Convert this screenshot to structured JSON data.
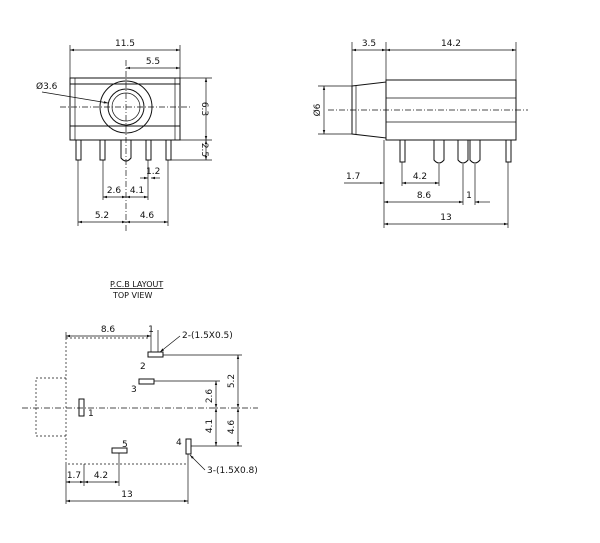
{
  "front_view": {
    "dims": {
      "width": "11.5",
      "center_offset": "5.5",
      "hole_diameter": "Ø3.6",
      "height": "6.3",
      "pin_length": "2.5",
      "pin_pitch_small": "1.2",
      "pin_spacing_a": "2.6",
      "pin_spacing_b": "4.1",
      "left_to_center": "5.2",
      "center_to_right": "4.6"
    }
  },
  "side_view": {
    "dims": {
      "nose_length": "3.5",
      "body_length": "14.2",
      "diameter": "Ø6",
      "edge_to_pin": "1.7",
      "pin_gap": "4.2",
      "pin_span": "8.6",
      "pin_pitch": "1",
      "overall": "13"
    }
  },
  "pcb_layout": {
    "title": "P.C.B LAYOUT",
    "subtitle": "TOP VIEW",
    "pads": [
      "1",
      "2",
      "3",
      "4",
      "5"
    ],
    "callouts": {
      "pad_size_a": "2-(1.5X0.5)",
      "pad_size_b": "3-(1.5X0.8)"
    },
    "dims": {
      "top_span": "8.6",
      "top_pitch": "1",
      "right_upper": "5.2",
      "right_mid": "2.6",
      "right_lower": "4.6",
      "right_inner": "4.1",
      "bottom_left": "1.7",
      "bottom_gap": "4.2",
      "overall": "13"
    }
  }
}
